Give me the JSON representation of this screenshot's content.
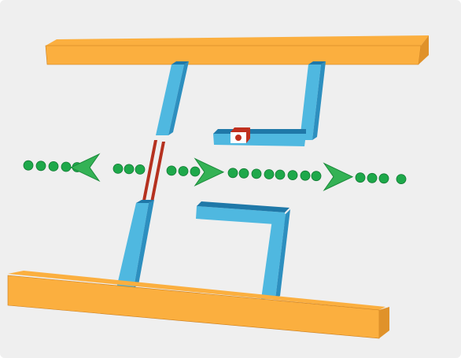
{
  "colors": {
    "background": "#efefef",
    "beam_top": "#fbaf3f",
    "beam_side": "#e0922a",
    "beam_shadow": "#c97d1e",
    "rod_face": "#4fb8e0",
    "rod_side": "#2d8fbf",
    "rod_dark": "#1f78a8",
    "link": "#b5311f",
    "dot": "#1ea84a",
    "dot_dark": "#117a33",
    "arrow": "#34b255",
    "arrow_dark": "#1a8a3a",
    "marker_body": "#ffffff",
    "marker_side": "#c0301e"
  },
  "diagram": {
    "elements": [
      "top-beam",
      "bottom-beam",
      "left-upper-rod",
      "left-lower-rod",
      "red-link-pair",
      "right-upper-l-rod",
      "right-lower-l-rod",
      "red-white-marker",
      "green-dotted-line",
      "left-arrowhead",
      "center-arrowhead",
      "right-arrowhead"
    ],
    "arrow_directions": [
      "left",
      "right",
      "right"
    ]
  }
}
